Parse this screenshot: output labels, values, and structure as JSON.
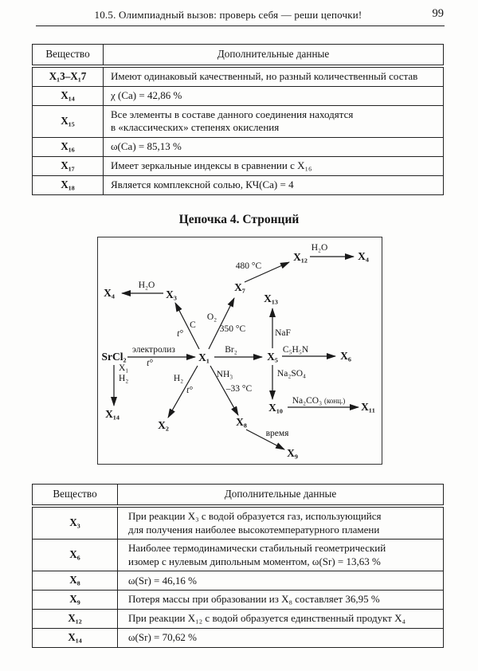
{
  "page_header": {
    "title": "10.5.  Олимпиадный вызов: проверь себя — реши цепочки!",
    "page_number": "99"
  },
  "table1": {
    "headers": {
      "substance": "Вещество",
      "data": "Дополнительные данные"
    },
    "rows": [
      {
        "substance": "X₁3–X₁7",
        "data": "Имеют одинаковый качественный, но разный количественный состав"
      },
      {
        "substance": "X₁₄",
        "data": "χ (Ca) = 42,86 %"
      },
      {
        "substance": "X₁₅",
        "data": "Все элементы в составе данного соединения находятся\nв «классических» степенях окисления"
      },
      {
        "substance": "X₁₆",
        "data": "ω(Ca) = 85,13 %"
      },
      {
        "substance": "X₁₇",
        "data": "Имеет зеркальные индексы в сравнении с X₁₆"
      },
      {
        "substance": "X₁₈",
        "data": "Является комплексной солью, КЧ(Ca) = 4"
      }
    ]
  },
  "chain_title": "Цепочка 4. Стронций",
  "diagram": {
    "nodes": {
      "srcl2": "SrCl₂",
      "x1": "X₁",
      "x2": "X₂",
      "x3": "X₃",
      "x4_left": "X₄",
      "x4_top": "X₄",
      "x5": "X₅",
      "x6": "X₆",
      "x7": "X₇",
      "x8": "X₈",
      "x9": "X₉",
      "x10": "X₁₀",
      "x11": "X₁₁",
      "x12": "X₁₂",
      "x13": "X₁₃",
      "x14": "X₁₄"
    },
    "labels": {
      "electrolysis": "электролиз",
      "t_mid": "t°",
      "t_upper": "t°",
      "t_lower": "t°",
      "c": "C",
      "o2": "O₂",
      "temp350": "350 °C",
      "temp480": "480 °C",
      "h2o_top": "H₂O",
      "h2o_left": "H₂O",
      "br2": "Br₂",
      "c5h5n": "C₅H₅N",
      "naf": "NaF",
      "na2so4": "Na₂SO₄",
      "na2co3": "Na₂CO₃",
      "na2co3_note": "(конц.)",
      "x1_side": "X₁",
      "h2_side": "H₂",
      "h2_lower": "H₂",
      "nh3": "NH₃",
      "temp_m33": "–33 °C",
      "vremya": "время"
    }
  },
  "table2": {
    "headers": {
      "substance": "Вещество",
      "data": "Дополнительные данные"
    },
    "rows": [
      {
        "substance": "X₃",
        "data": "При реакции X₃ с водой образуется газ, использующийся\nдля получения наиболее высокотемпературного пламени"
      },
      {
        "substance": "X₆",
        "data": "Наиболее термодинамически стабильный геометрический\nизомер с нулевым дипольным моментом, ω(Sr) = 13,63 %"
      },
      {
        "substance": "X₈",
        "data": "ω(Sr) = 46,16 %"
      },
      {
        "substance": "X₉",
        "data": "Потеря массы при образовании из X₈ составляет 36,95 %"
      },
      {
        "substance": "X₁₂",
        "data": "При реакции X₁₂ с водой образуется единственный продукт X₄"
      },
      {
        "substance": "X₁₄",
        "data": "ω(Sr) = 70,62 %"
      }
    ]
  }
}
